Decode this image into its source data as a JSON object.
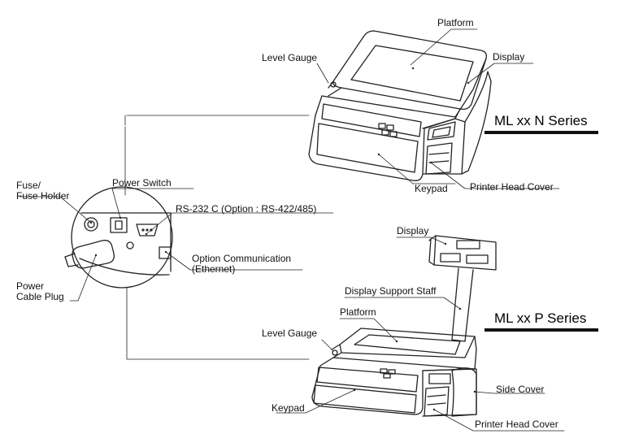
{
  "labels": {
    "platform_n": "Platform",
    "level_gauge_n": "Level Gauge",
    "display_n": "Display",
    "keypad_n": "Keypad",
    "printer_head_cover_n": "Printer Head Cover",
    "fuse_holder": "Fuse/\nFuse Holder",
    "power_switch": "Power Switch",
    "rs232": "RS-232 C (Option : RS-422/485)",
    "option_comm": "Option Communication\n(Ethernet)",
    "power_cable_plug": "Power\nCable Plug",
    "display_p": "Display",
    "display_support_staff": "Display Support Staff",
    "platform_p": "Platform",
    "level_gauge_p": "Level Gauge",
    "keypad_p": "Keypad",
    "side_cover": "Side Cover",
    "printer_head_cover_p": "Printer Head Cover"
  },
  "series": {
    "n": "ML xx N Series",
    "p": "ML xx P Series"
  }
}
